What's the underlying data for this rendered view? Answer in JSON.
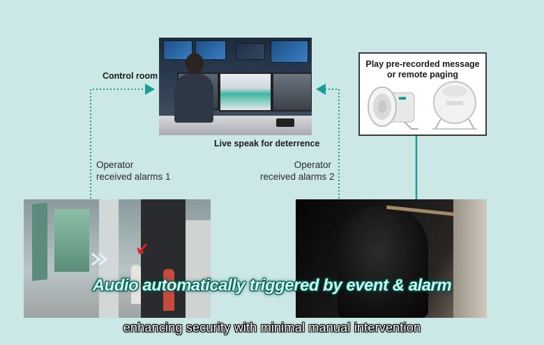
{
  "labels": {
    "control_room": "Control room",
    "live_speak": "Live speak for deterrence",
    "speakers_title_line1": "Play pre-recorded message",
    "speakers_title_line2": "or remote paging",
    "alarm1_line1": "Operator",
    "alarm1_line2": "received alarms 1",
    "alarm2_line1": "Operator",
    "alarm2_line2": "received alarms 2"
  },
  "captions": {
    "headline": "Audio automatically triggered by event & alarm",
    "subtitle": "enhancing security with minimal manual intervention"
  },
  "images": {
    "control_room": "control-room-photo",
    "speaker_horn": "horn-speaker",
    "speaker_round": "round-speaker",
    "camera_left": "corridor-camera-photo",
    "camera_right": "intruder-camera-photo"
  },
  "colors": {
    "background": "#cbe7e6",
    "connector": "#1a9c94",
    "headline_text": "#c9fbf0",
    "headline_glow": "#0b5f56"
  }
}
